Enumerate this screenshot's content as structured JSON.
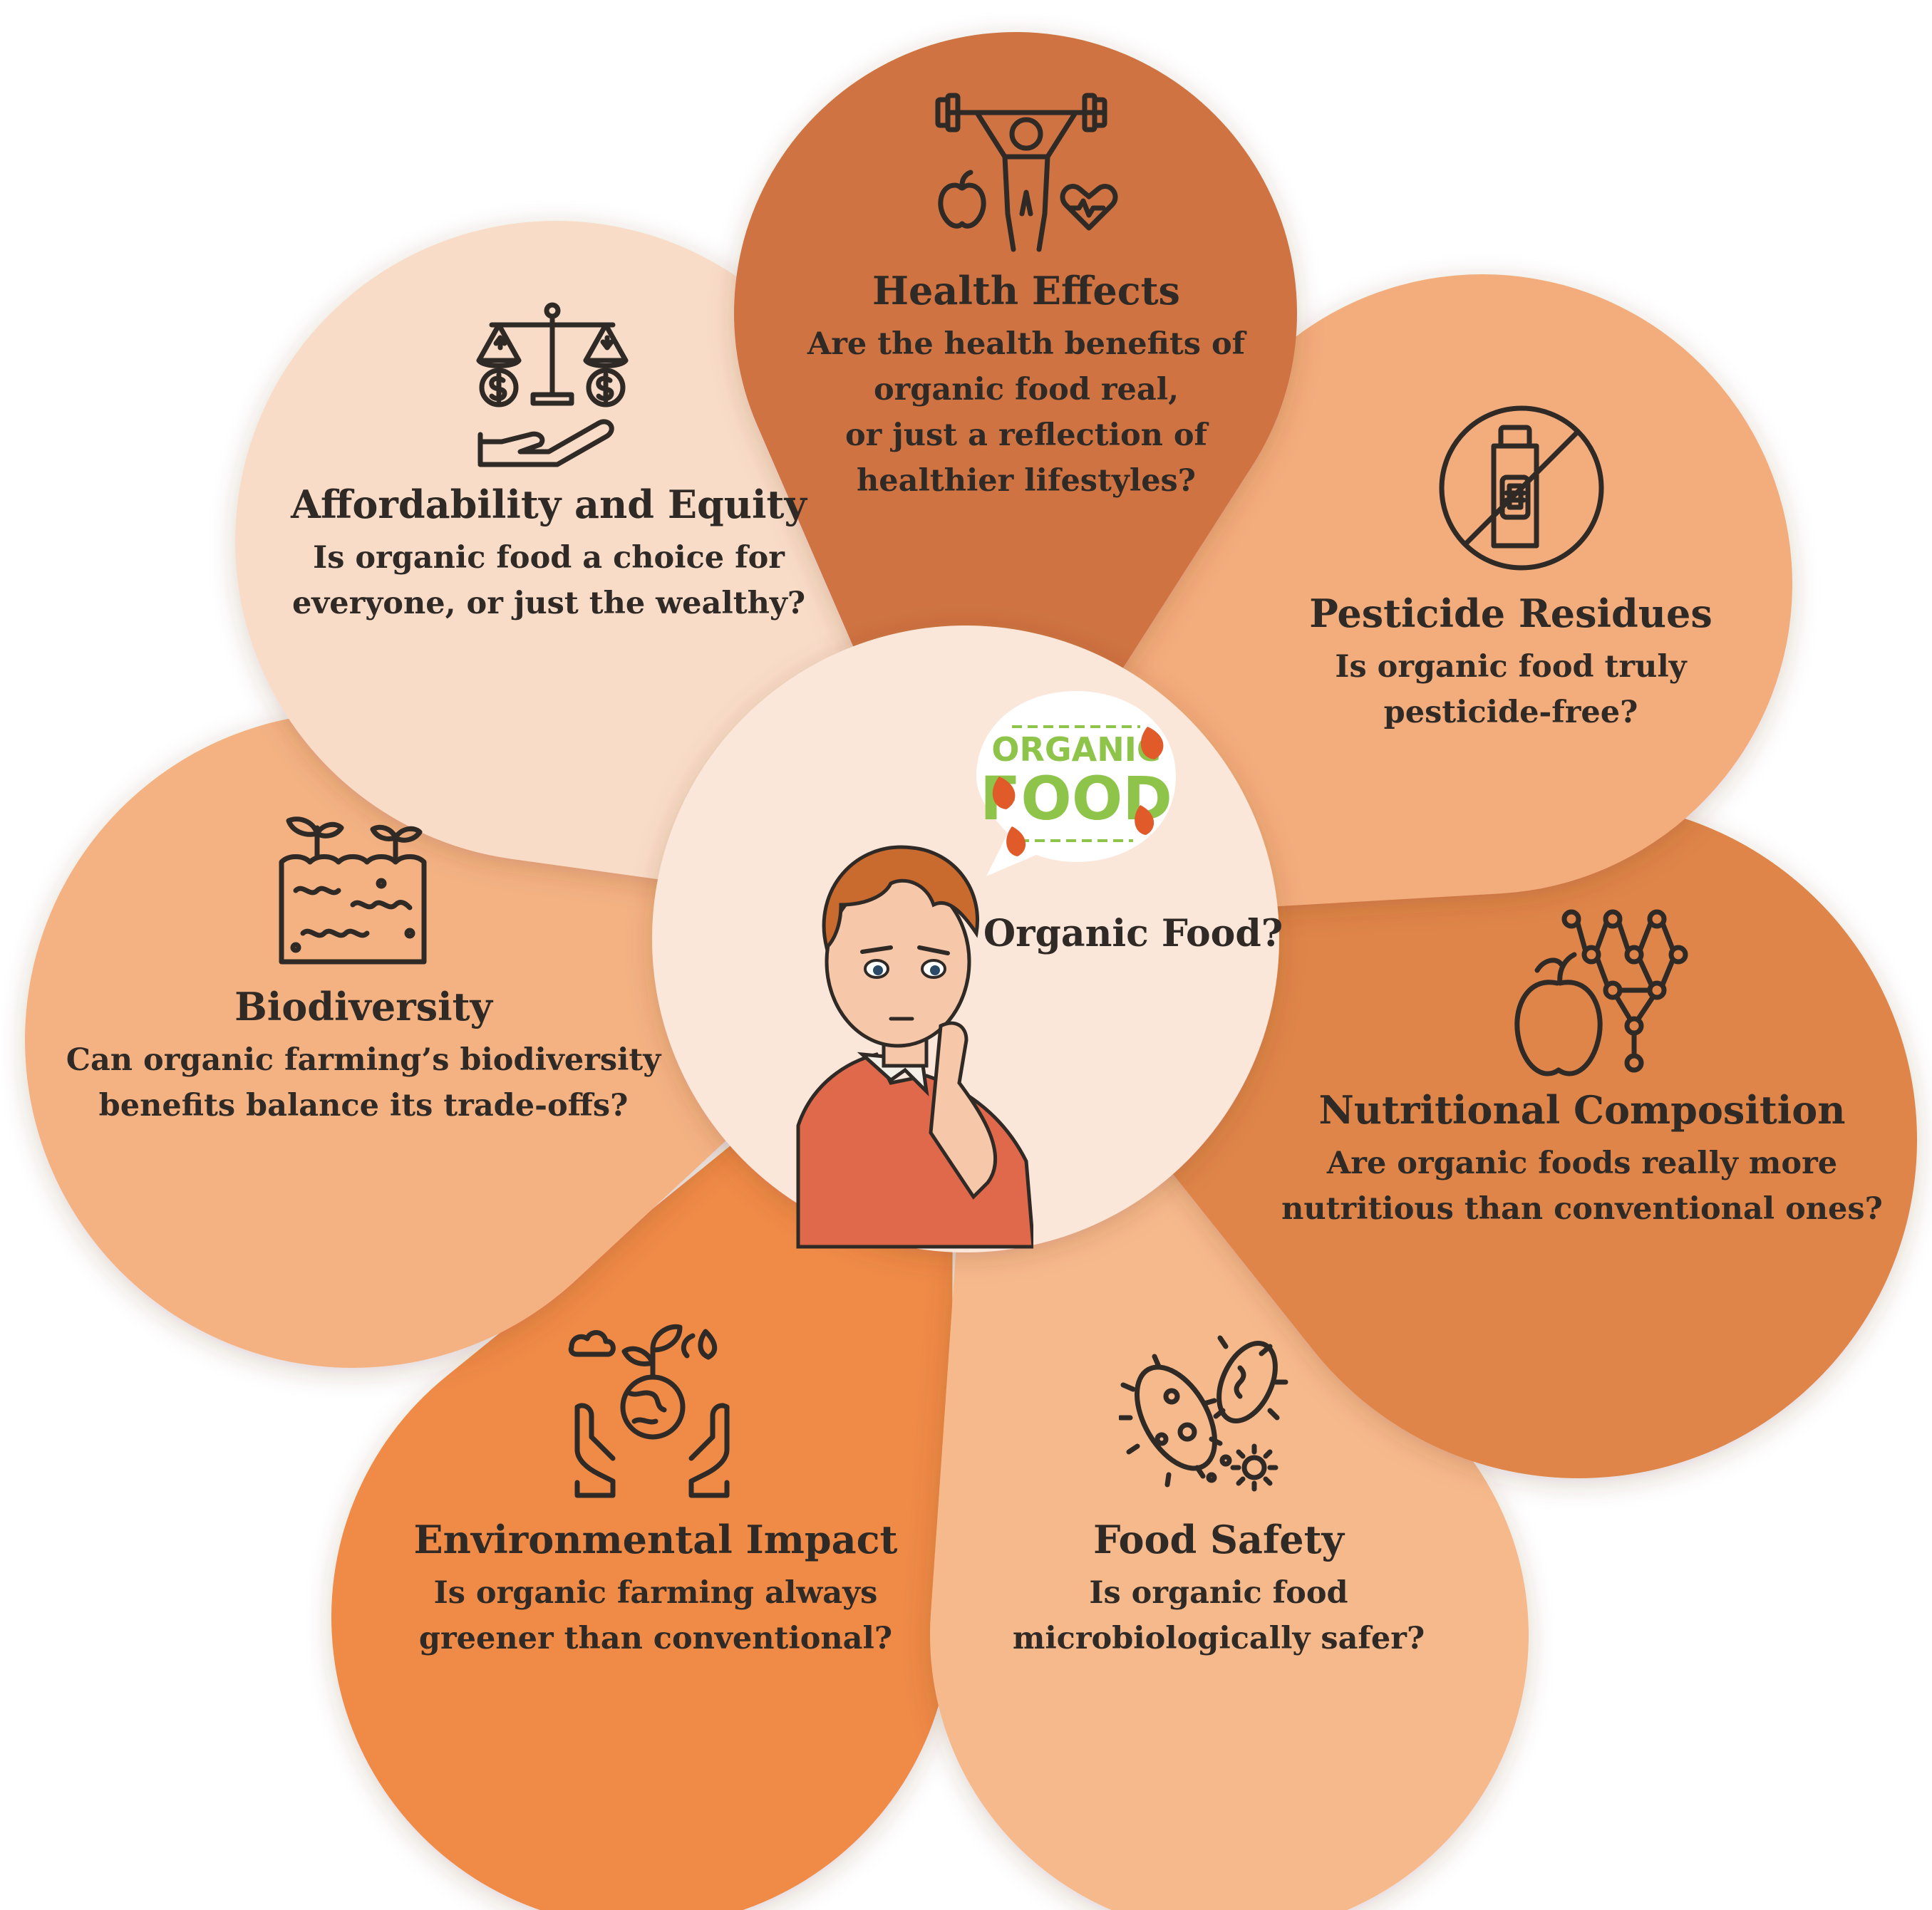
{
  "center": {
    "question": "Organic Food?",
    "badge_line1": "ORGANIC",
    "badge_line2": "FOOD"
  },
  "colors": {
    "health": "#cf7343",
    "pesticide": "#f3ac7c",
    "nutrition": "#df8548",
    "food_safety": "#f6b98c",
    "environment": "#ef8a46",
    "biodiversity": "#f4b283",
    "affordability": "#f9dcc8",
    "center": "#fbe6da",
    "ink": "#2f2a26"
  },
  "petals": {
    "health": {
      "title": "Health Effects",
      "question_lines": [
        "Are the health benefits of",
        "organic food real,",
        "or just a reflection of",
        "healthier lifestyles?"
      ],
      "icon": "weightlifter-apple-heart-icon"
    },
    "pesticide": {
      "title": "Pesticide Residues",
      "question_lines": [
        "Is organic food truly",
        "pesticide-free?"
      ],
      "icon": "no-pesticide-icon"
    },
    "nutrition": {
      "title": "Nutritional Composition",
      "question_lines": [
        "Are organic foods really more",
        "nutritious than conventional ones?"
      ],
      "icon": "apple-molecule-icon"
    },
    "food_safety": {
      "title": "Food Safety",
      "question_lines": [
        "Is organic food",
        "microbiologically safer?"
      ],
      "icon": "bacteria-icon"
    },
    "environment": {
      "title": "Environmental Impact",
      "question_lines": [
        "Is organic farming always",
        "greener than conventional?"
      ],
      "icon": "hands-earth-plant-icon"
    },
    "biodiversity": {
      "title": "Biodiversity",
      "question_lines": [
        "Can organic farming’s biodiversity",
        "benefits balance its trade-offs?"
      ],
      "icon": "soil-sprouts-worms-icon"
    },
    "affordability": {
      "title": "Affordability and Equity",
      "question_lines": [
        "Is organic food a choice for",
        "everyone, or just the wealthy?"
      ],
      "icon": "balance-scale-money-icon"
    }
  }
}
